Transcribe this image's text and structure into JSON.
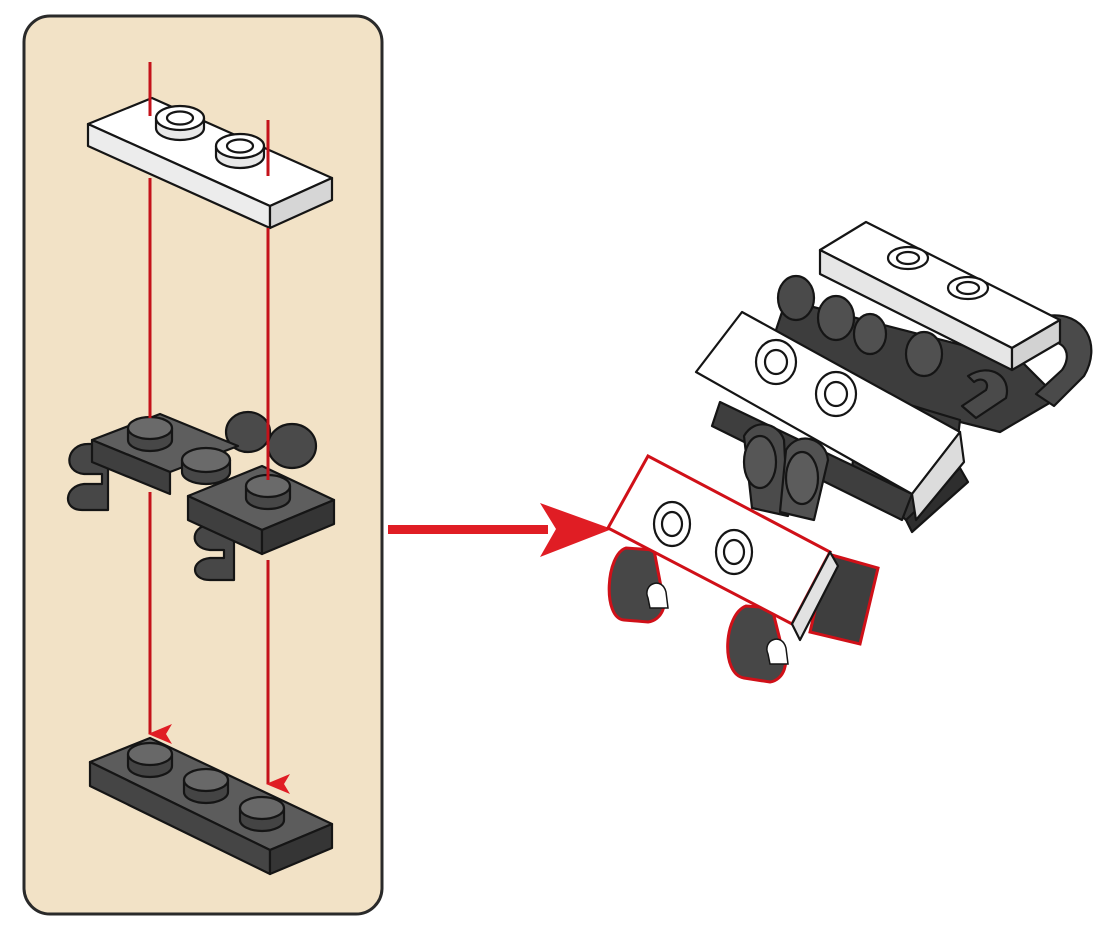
{
  "colors": {
    "page_background": "#ffffff",
    "step_panel_fill": "#f2e2c6",
    "step_panel_border": "#2a2a2a",
    "arrow_red": "#e01d24",
    "guide_red": "#c4121a",
    "outline": "#151515",
    "white_part_top": "#ffffff",
    "white_part_side": "#dcdcdc",
    "white_part_front": "#ececec",
    "dark_part_top": "#5a5a5a",
    "dark_part_side": "#3f3f3f",
    "dark_part_front": "#4a4a4a",
    "highlight_outline": "#d01018"
  },
  "icons": [
    "white-1x2-plate-icon",
    "dark-plate-with-clips-icon",
    "dark-1x3-plate-icon",
    "next-step-arrow-icon",
    "assembled-model-icon"
  ],
  "panel": {
    "part_count": 3
  },
  "instruction": {
    "guide_lines": 4,
    "step_arrow": "right"
  }
}
